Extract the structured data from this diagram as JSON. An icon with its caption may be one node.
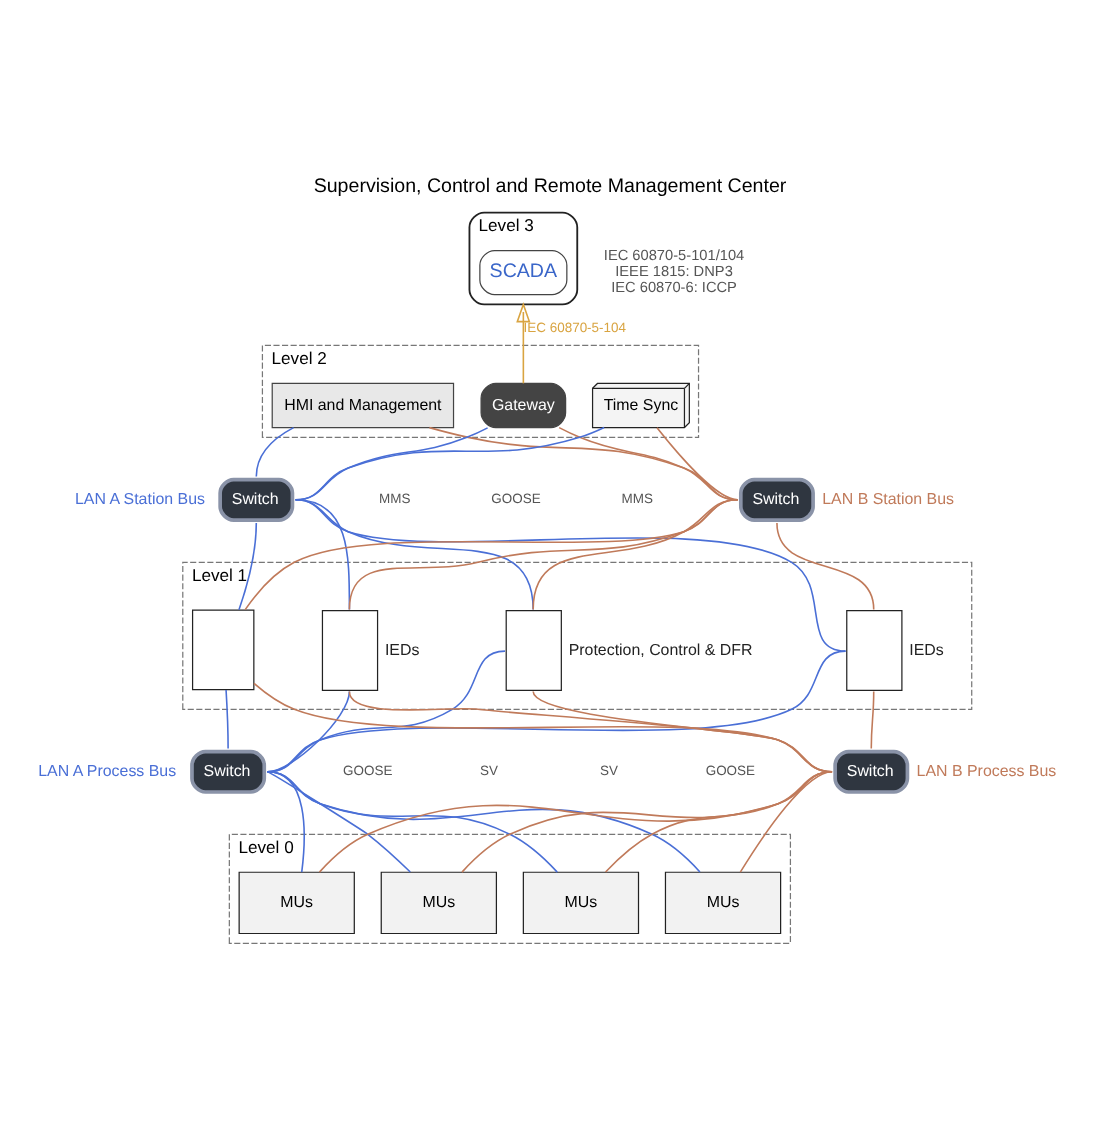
{
  "diagram": {
    "title": "Supervision, Control and Remote Management Center",
    "nodes": [
      {
        "text": [
          "Level 3"
        ]
      },
      {
        "text": [
          "SCADA"
        ],
        "in": 0
      },
      {
        "text": [
          "Level 2"
        ]
      },
      {
        "text": [
          "HMI and Management"
        ],
        "in": 2
      },
      {
        "text": [
          "Gateway"
        ],
        "in": 2
      },
      {
        "text": [
          "Time Sync"
        ],
        "in": 2
      },
      {
        "text": [
          "Switch"
        ],
        "beside": [
          "LAN A Station Bus"
        ]
      },
      {
        "text": [
          "Switch"
        ],
        "beside": [
          "LAN B Station Bus"
        ]
      },
      {
        "text": [
          "Level 1"
        ]
      },
      {
        "text": [],
        "shape": "box",
        "in": 8,
        "beside": [
          "IEDs"
        ]
      },
      {
        "text": [],
        "shape": "box",
        "in": 8,
        "beside": [
          "Protection, Control & DFR"
        ]
      },
      {
        "text": [],
        "shape": "box",
        "in": 8,
        "beside": [
          "IEDs"
        ]
      },
      {
        "text": [],
        "shape": "box",
        "in": 8
      },
      {
        "text": [
          "Switch"
        ],
        "beside": [
          "LAN A Process Bus"
        ]
      },
      {
        "text": [
          "Switch"
        ],
        "beside": [
          "LAN B Process Bus"
        ]
      },
      {
        "text": [
          "Level 0"
        ]
      },
      {
        "text": [
          "MUs"
        ],
        "in": 15
      },
      {
        "text": [
          "MUs"
        ],
        "in": 15
      },
      {
        "text": [
          "MUs"
        ],
        "in": 15
      },
      {
        "text": [
          "MUs"
        ],
        "in": 15
      }
    ],
    "edges": [
      {
        "from": 4,
        "to": 0,
        "arrow": "to",
        "label": "IEC 60870-5-104",
        "color": "#d9a441"
      },
      {
        "from": 3,
        "to": 6,
        "arrow": "none",
        "color": "#4a6fd6"
      },
      {
        "from": 3,
        "to": 7,
        "arrow": "none",
        "color": "#c07a5a"
      },
      {
        "from": 4,
        "to": 6,
        "arrow": "none",
        "color": "#4a6fd6"
      },
      {
        "from": 4,
        "to": 7,
        "arrow": "none",
        "color": "#c07a5a"
      },
      {
        "from": 5,
        "to": 6,
        "arrow": "none",
        "color": "#4a6fd6"
      },
      {
        "from": 5,
        "to": 7,
        "arrow": "none",
        "color": "#c07a5a"
      },
      {
        "from": 6,
        "to": 9,
        "arrow": "none",
        "color": "#4a6fd6"
      },
      {
        "from": 6,
        "to": 10,
        "arrow": "none",
        "color": "#4a6fd6"
      },
      {
        "from": 6,
        "to": 11,
        "arrow": "none",
        "color": "#4a6fd6"
      },
      {
        "from": 6,
        "to": 12,
        "arrow": "none",
        "color": "#4a6fd6"
      },
      {
        "from": 7,
        "to": 9,
        "arrow": "none",
        "color": "#c07a5a"
      },
      {
        "from": 7,
        "to": 10,
        "arrow": "none",
        "color": "#c07a5a"
      },
      {
        "from": 7,
        "to": 11,
        "arrow": "none",
        "color": "#c07a5a"
      },
      {
        "from": 7,
        "to": 12,
        "arrow": "none",
        "color": "#c07a5a"
      },
      {
        "from": 9,
        "to": 13,
        "arrow": "none",
        "color": "#4a6fd6"
      },
      {
        "from": 10,
        "to": 13,
        "arrow": "none",
        "color": "#4a6fd6"
      },
      {
        "from": 11,
        "to": 13,
        "arrow": "none",
        "color": "#4a6fd6"
      },
      {
        "from": 12,
        "to": 13,
        "arrow": "none",
        "color": "#4a6fd6"
      },
      {
        "from": 9,
        "to": 14,
        "arrow": "none",
        "color": "#c07a5a"
      },
      {
        "from": 10,
        "to": 14,
        "arrow": "none",
        "color": "#c07a5a"
      },
      {
        "from": 11,
        "to": 14,
        "arrow": "none",
        "color": "#c07a5a"
      },
      {
        "from": 12,
        "to": 14,
        "arrow": "none",
        "color": "#c07a5a"
      },
      {
        "from": 13,
        "to": 16,
        "arrow": "none",
        "color": "#4a6fd6"
      },
      {
        "from": 13,
        "to": 17,
        "arrow": "none",
        "color": "#4a6fd6"
      },
      {
        "from": 13,
        "to": 18,
        "arrow": "none",
        "color": "#4a6fd6"
      },
      {
        "from": 13,
        "to": 19,
        "arrow": "none",
        "color": "#4a6fd6"
      },
      {
        "from": 14,
        "to": 16,
        "arrow": "none",
        "color": "#c07a5a"
      },
      {
        "from": 14,
        "to": 17,
        "arrow": "none",
        "color": "#c07a5a"
      },
      {
        "from": 14,
        "to": 18,
        "arrow": "none",
        "color": "#c07a5a"
      },
      {
        "from": 14,
        "to": 19,
        "arrow": "none",
        "color": "#c07a5a"
      }
    ],
    "labels": [
      "IEC 60870-5-101/104",
      "IEEE 1815: DNP3",
      "IEC 60870-6: ICCP",
      "MMS",
      "GOOSE",
      "MMS",
      "GOOSE",
      "SV",
      "SV",
      "GOOSE"
    ]
  }
}
